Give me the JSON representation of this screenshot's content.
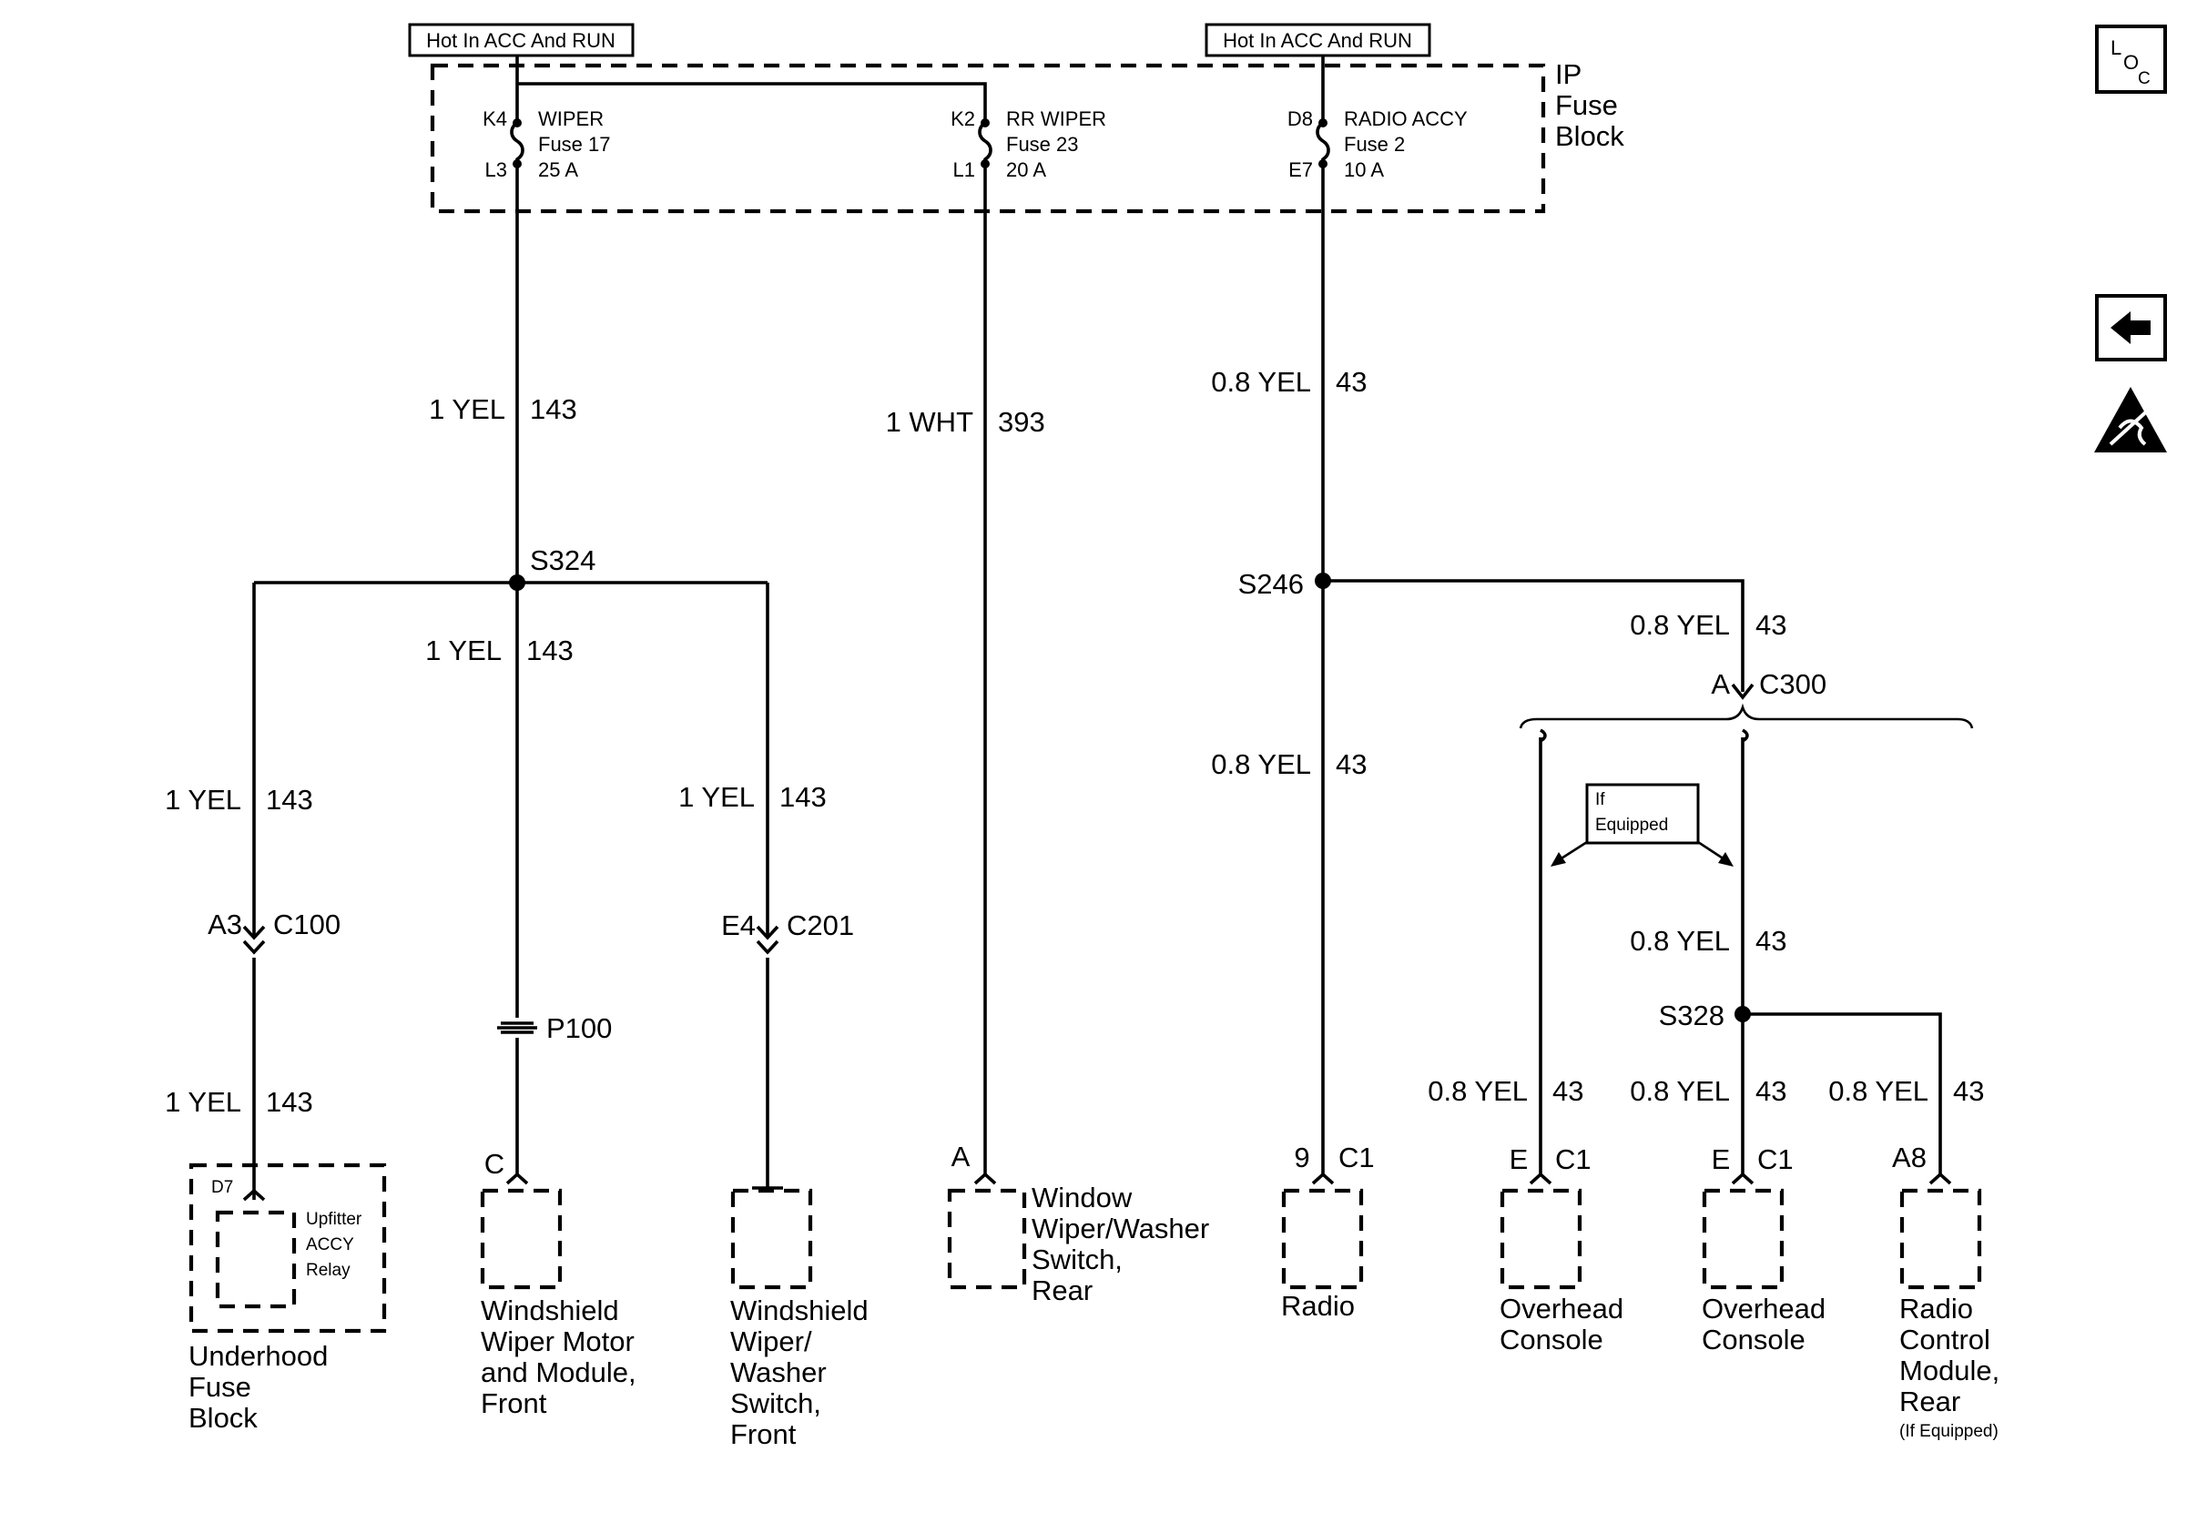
{
  "hot_labels": [
    "Hot In ACC And RUN",
    "Hot In ACC And RUN"
  ],
  "ip_fuse_block": {
    "line1": "IP",
    "line2": "Fuse",
    "line3": "Block"
  },
  "fuses": [
    {
      "top_pin": "K4",
      "bottom_pin": "L3",
      "name": "WIPER",
      "fuse": "Fuse 17",
      "amps": "25 A"
    },
    {
      "top_pin": "K2",
      "bottom_pin": "L1",
      "name": "RR WIPER",
      "fuse": "Fuse 23",
      "amps": "20 A"
    },
    {
      "top_pin": "D8",
      "bottom_pin": "E7",
      "name": "RADIO ACCY",
      "fuse": "Fuse 2",
      "amps": "10 A"
    }
  ],
  "wires": {
    "w1": {
      "color": "1 YEL",
      "circuit": "143"
    },
    "w2": {
      "color": "1 WHT",
      "circuit": "393"
    },
    "w3": {
      "color": "0.8 YEL",
      "circuit": "43"
    },
    "w4": {
      "color": "1 YEL",
      "circuit": "143"
    },
    "w5": {
      "color": "0.8 YEL",
      "circuit": "43"
    },
    "w6": {
      "color": "0.8 YEL",
      "circuit": "43"
    },
    "w7": {
      "color": "1 YEL",
      "circuit": "143"
    },
    "w8": {
      "color": "1 YEL",
      "circuit": "143"
    },
    "w9": {
      "color": "0.8 YEL",
      "circuit": "43"
    },
    "w10": {
      "color": "1 YEL",
      "circuit": "143"
    },
    "w11": {
      "color": "0.8 YEL",
      "circuit": "43"
    },
    "w12": {
      "color": "0.8 YEL",
      "circuit": "43"
    },
    "w13": {
      "color": "0.8 YEL",
      "circuit": "43"
    }
  },
  "splices": {
    "s324": "S324",
    "s246": "S246",
    "s328": "S328"
  },
  "connectors": {
    "c100_pin": "A3",
    "c100": "C100",
    "c201_pin": "E4",
    "c201": "C201",
    "c300_pin": "A",
    "c300": "C300",
    "p100": "P100"
  },
  "if_equipped": {
    "line1": "If",
    "line2": "Equipped"
  },
  "components": {
    "underhood": {
      "pin": "D7",
      "relay": [
        "Upfitter",
        "ACCY",
        "Relay"
      ],
      "name": [
        "Underhood",
        "Fuse",
        "Block"
      ]
    },
    "wiper_motor": {
      "pin": "C",
      "name": [
        "Windshield",
        "Wiper Motor",
        "and Module,",
        "Front"
      ]
    },
    "washer_switch": {
      "name": [
        "Windshield",
        "Wiper/",
        "Washer",
        "Switch,",
        "Front"
      ]
    },
    "rear_switch": {
      "pin": "A",
      "name": [
        "Window",
        "Wiper/Washer",
        "Switch,",
        "Rear"
      ]
    },
    "radio": {
      "pin": "9",
      "conn": "C1",
      "name": [
        "Radio"
      ]
    },
    "overhead1": {
      "pin": "E",
      "conn": "C1",
      "name": [
        "Overhead",
        "Console"
      ]
    },
    "overhead2": {
      "pin": "E",
      "conn": "C1",
      "name": [
        "Overhead",
        "Console"
      ]
    },
    "radio_rear": {
      "pin": "A8",
      "name": [
        "Radio",
        "Control",
        "Module,",
        "Rear"
      ],
      "note": "(If Equipped)"
    }
  },
  "nav": {
    "loc_l": "L",
    "loc_o": "O",
    "loc_c": "C"
  }
}
